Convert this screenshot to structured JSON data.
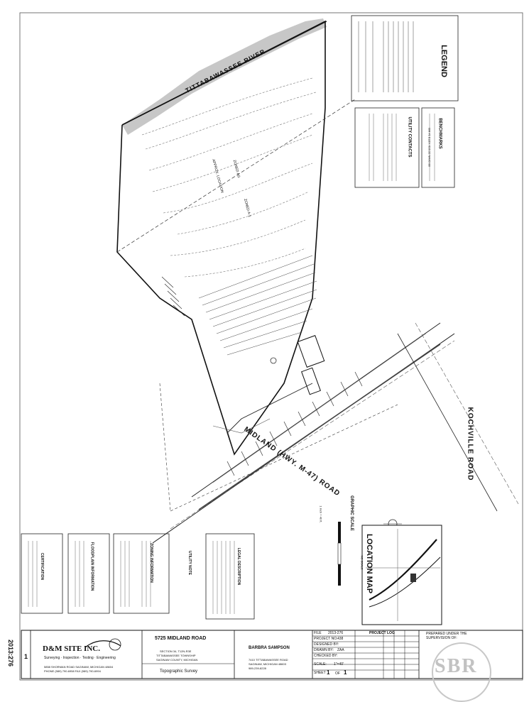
{
  "document": {
    "title": "5725 MIDLAND ROAD",
    "survey_type": "Topographic Survey",
    "drawing_no": "2013:276",
    "sheet_index": "1"
  },
  "company": {
    "name": "D&M SITE INC.",
    "tagline": "Surveying · Inspection · Testing · Engineering",
    "address": "5858 SHORMAN ROAD   SAGINAW, MICHIGAN 48604",
    "phone": "PHONE (989) 790-6958  FAX (989) 790-6994"
  },
  "location": {
    "section": "SECTION 34, T12N-R3E",
    "township": "TITTABAWASSEE TOWNSHIP",
    "county": "SAGINAW COUNTY, MICHIGAN"
  },
  "client": {
    "name": "BARBRA SAMPSON",
    "address1": "7410 TITTABAWASSEE ROAD",
    "address2": "SAGINAW, MICHIGAN 48603",
    "phone": "989-239-8228"
  },
  "title_block": {
    "file_label": "FILE",
    "file_value": "2013-276",
    "project_no_label": "PROJECT NO.",
    "project_no_value": "438",
    "designed_label": "DESIGNED BY:",
    "drawn_label": "DRAWN BY:",
    "drawn_value": "ZAA",
    "checked_label": "CHECKED BY:",
    "scale_label": "SCALE:",
    "scale_value": "1\"=40'",
    "sheet_label": "SHEET",
    "sheet_value": "1",
    "of_label": "OF",
    "of_value": "1",
    "project_log": "PROJECT LOG",
    "prepared_note": "PREPARED UNDER THE SUPERVISION OF:"
  },
  "map_labels": {
    "river": "TITTABAWASSEE RIVER",
    "road_midland": "MIDLAND (HWY. M-47) ROAD",
    "road_kochville": "KOCHVILLE ROAD",
    "approx_location": "APPROX. LOCATION",
    "zoned_ag": "ZONED AG",
    "zoned_a1": "ZONED A-1"
  },
  "legend": {
    "title": "LEGEND"
  },
  "benchmarks": {
    "title": "BENCHMARKS",
    "bm_text": "BM #1 ELEV. 616.32 NAVD 88"
  },
  "utility_contacts": {
    "title": "UTILITY CONTACTS"
  },
  "location_map": {
    "title": "LOCATION MAP",
    "scale": "NO SCALE"
  },
  "graphic_scale": {
    "title": "GRAPHIC SCALE",
    "unit": "1 inch = 40 ft."
  },
  "notes": {
    "legal": "LEGAL DESCRIPTION",
    "utility": "UTILITY NOTE",
    "zoning": "ZONING INFORMATION",
    "floodplain": "FLOODPLAIN INFORMATION",
    "certification": "CERTIFICATION"
  },
  "watermark": "SBR"
}
